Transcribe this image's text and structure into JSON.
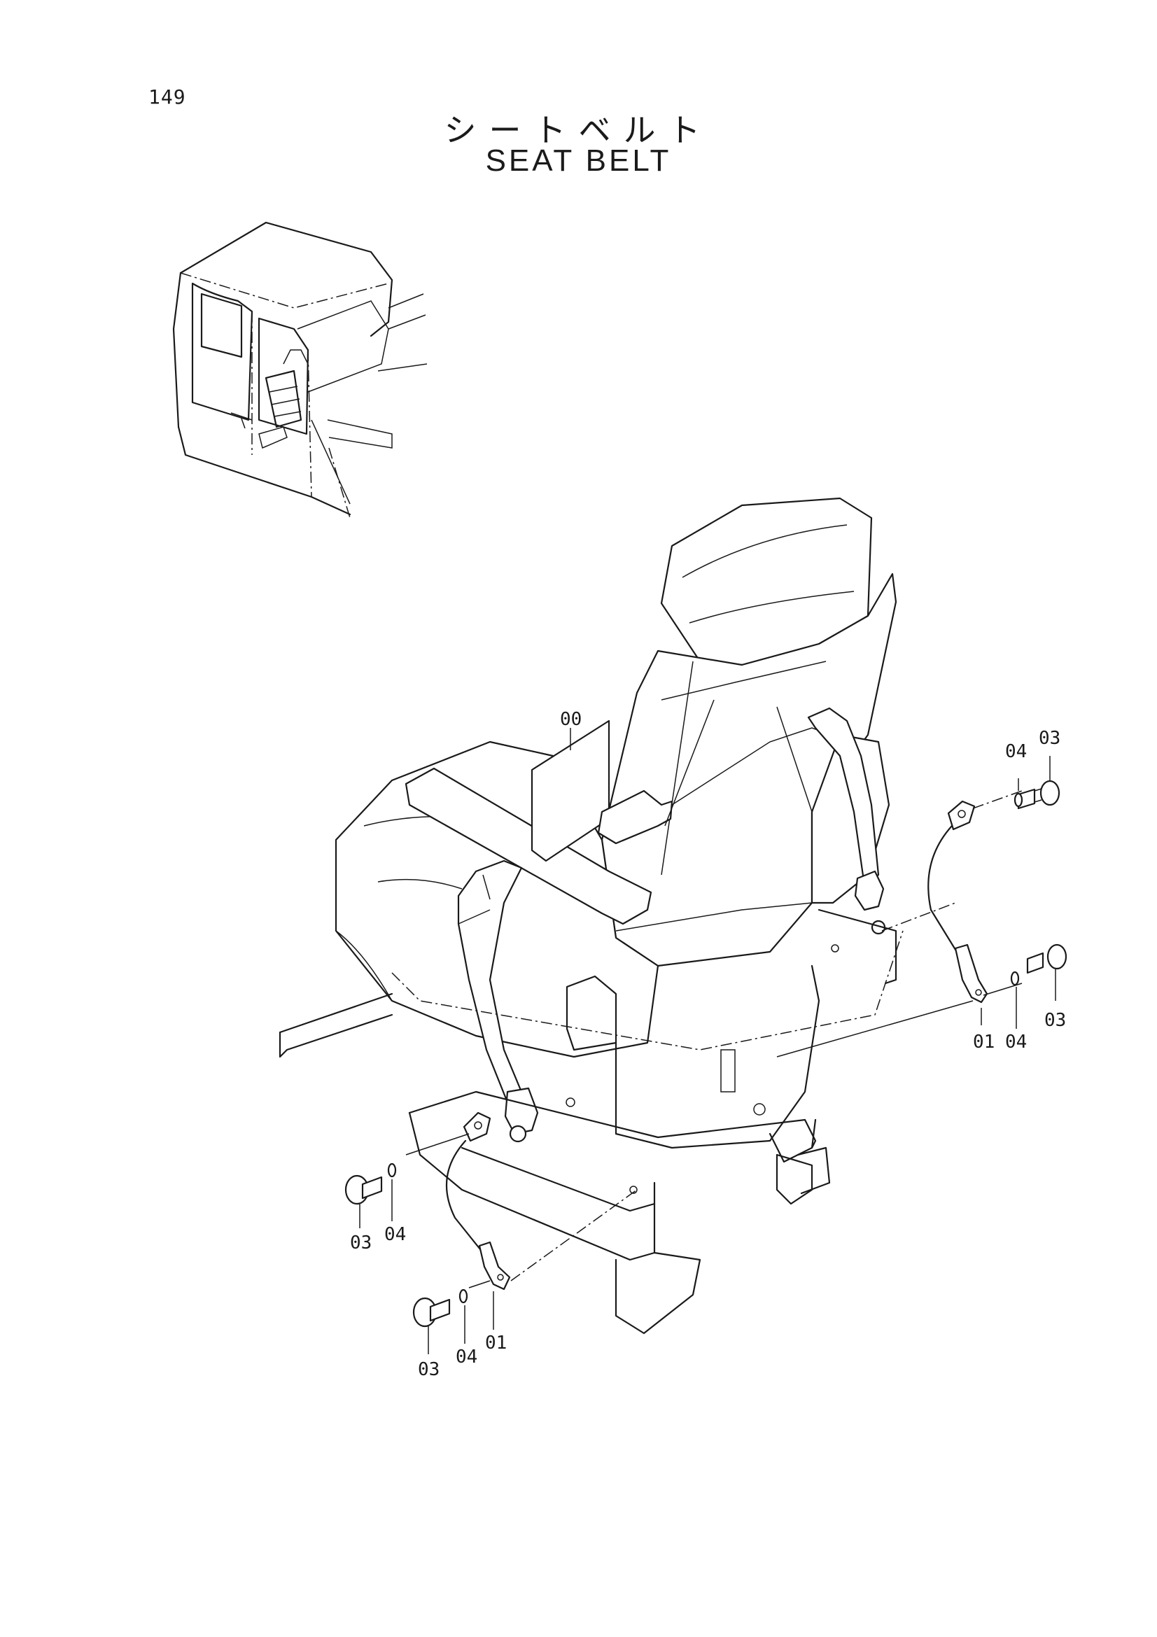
{
  "page_number": "149",
  "title_jp": "シートベルト",
  "title_en": "SEAT BELT",
  "labels": {
    "seat_assembly": "00",
    "anchor_right": "01",
    "anchor_left": "01",
    "bolt_right_top": "03",
    "washer_right_top": "04",
    "bolt_right_bottom": "03",
    "washer_right_bottom": "04",
    "bolt_left_top": "03",
    "washer_left_top": "04",
    "bolt_left_bottom": "03",
    "washer_left_bottom": "04"
  }
}
